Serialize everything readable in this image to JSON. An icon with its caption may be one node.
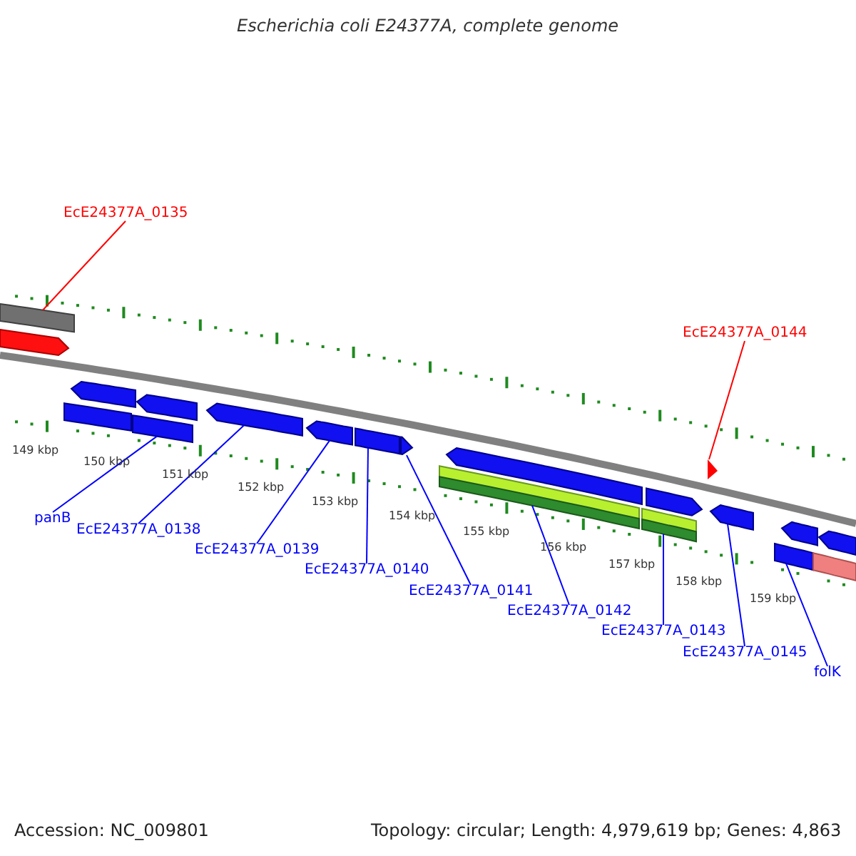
{
  "diagram": {
    "title": "Escherichia coli E24377A, complete genome",
    "nodes": [
      {
        "text": [
          "EcE24377A_0135"
        ]
      },
      {
        "text": [
          "EcE24377A_0144"
        ]
      },
      {
        "text": [
          "panB"
        ]
      },
      {
        "text": [
          "EcE24377A_0138"
        ]
      },
      {
        "text": [
          "EcE24377A_0139"
        ]
      },
      {
        "text": [
          "EcE24377A_0140"
        ]
      },
      {
        "text": [
          "EcE24377A_0141"
        ]
      },
      {
        "text": [
          "EcE24377A_0142"
        ]
      },
      {
        "text": [
          "EcE24377A_0143"
        ]
      },
      {
        "text": [
          "EcE24377A_0145"
        ]
      },
      {
        "text": [
          "folK"
        ]
      },
      {
        "text": [],
        "shape": "bar"
      },
      {
        "text": [],
        "shape": "arrow"
      },
      {
        "text": [],
        "shape": "bar"
      },
      {
        "text": [],
        "shape": "arrow"
      },
      {
        "text": [],
        "shape": "bar"
      },
      {
        "text": [],
        "shape": "arrow"
      },
      {
        "text": [],
        "shape": "arrow"
      },
      {
        "text": [],
        "shape": "arrow"
      },
      {
        "text": [],
        "shape": "bar"
      },
      {
        "text": [],
        "shape": "arrow"
      },
      {
        "text": [],
        "shape": "bar"
      },
      {
        "text": [],
        "shape": "arrow"
      },
      {
        "text": [],
        "shape": "bar"
      },
      {
        "text": [],
        "shape": "arrow"
      },
      {
        "text": [],
        "shape": "triangle"
      },
      {
        "text": [],
        "shape": "arrow"
      },
      {
        "text": [],
        "shape": "bar"
      },
      {
        "text": [],
        "shape": "arrow"
      },
      {
        "text": [],
        "shape": "bar"
      },
      {
        "text": [],
        "shape": "arrow"
      }
    ],
    "edges": [
      {
        "from": 0,
        "to": 11,
        "arrow": "none",
        "color": "#ff0000"
      },
      {
        "from": 1,
        "to": 25,
        "arrow": "none",
        "color": "#ff0000"
      },
      {
        "from": 2,
        "to": 15,
        "arrow": "none"
      },
      {
        "from": 3,
        "to": 17,
        "arrow": "none"
      },
      {
        "from": 4,
        "to": 18,
        "arrow": "none"
      },
      {
        "from": 5,
        "to": 19,
        "arrow": "none"
      },
      {
        "from": 6,
        "to": 20,
        "arrow": "none"
      },
      {
        "from": 7,
        "to": 21,
        "arrow": "none"
      },
      {
        "from": 8,
        "to": 23,
        "arrow": "none"
      },
      {
        "from": 9,
        "to": 26,
        "arrow": "none"
      },
      {
        "from": 10,
        "to": 27,
        "arrow": "none"
      }
    ],
    "labels": [
      "149 kbp",
      "150 kbp",
      "151 kbp",
      "152 kbp",
      "153 kbp",
      "154 kbp",
      "155 kbp",
      "156 kbp",
      "157 kbp",
      "158 kbp",
      "159 kbp",
      "Accession: NC_009801",
      "Topology: circular; Length: 4,979,619 bp; Genes: 4,863"
    ]
  }
}
